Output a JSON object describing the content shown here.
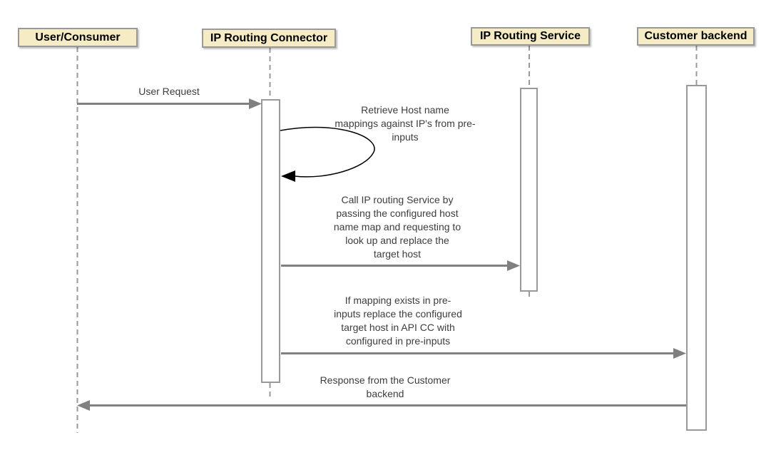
{
  "diagram": {
    "type": "uml-sequence",
    "background": "#FFFFFF"
  },
  "actors": [
    {
      "id": "user-consumer",
      "label": "User/Consumer"
    },
    {
      "id": "ip-routing-connector",
      "label": "IP Routing Connector"
    },
    {
      "id": "ip-routing-service",
      "label": "IP Routing Service"
    },
    {
      "id": "customer-backend",
      "label": "Customer backend"
    }
  ],
  "messages": [
    {
      "from": "User/Consumer",
      "to": "IP Routing Connector",
      "type": "solid-arrow",
      "label_lines": [
        "User Request"
      ]
    },
    {
      "from": "IP Routing Connector",
      "to": "IP Routing Connector",
      "type": "self-loop",
      "label_lines": [
        "Retrieve Host name",
        "mappings against IP's from pre-",
        "inputs"
      ]
    },
    {
      "from": "IP Routing Connector",
      "to": "IP Routing Service",
      "type": "solid-arrow",
      "label_lines": [
        "Call IP routing Service by",
        "passing the configured host",
        "name map and requesting to",
        "look up and replace the",
        "target host"
      ]
    },
    {
      "from": "IP Routing Connector",
      "to": "Customer backend",
      "type": "solid-arrow",
      "label_lines": [
        "If mapping exists in pre-",
        "inputs replace the configured",
        "target host in API CC with",
        "configured in pre-inputs"
      ]
    },
    {
      "from": "Customer backend",
      "to": "User/Consumer",
      "type": "solid-arrow",
      "label_lines": [
        "Response from the Customer",
        "backend"
      ]
    }
  ],
  "colors": {
    "actor_fill": "#F5ECC5",
    "actor_border": "#999999",
    "lifeline": "#999999",
    "activation_border": "#999999",
    "activation_fill": "#FFFFFF",
    "arrow": "#808080",
    "self_loop": "#000000",
    "message_text": "#3D3D3D",
    "actor_text": "#000000"
  }
}
